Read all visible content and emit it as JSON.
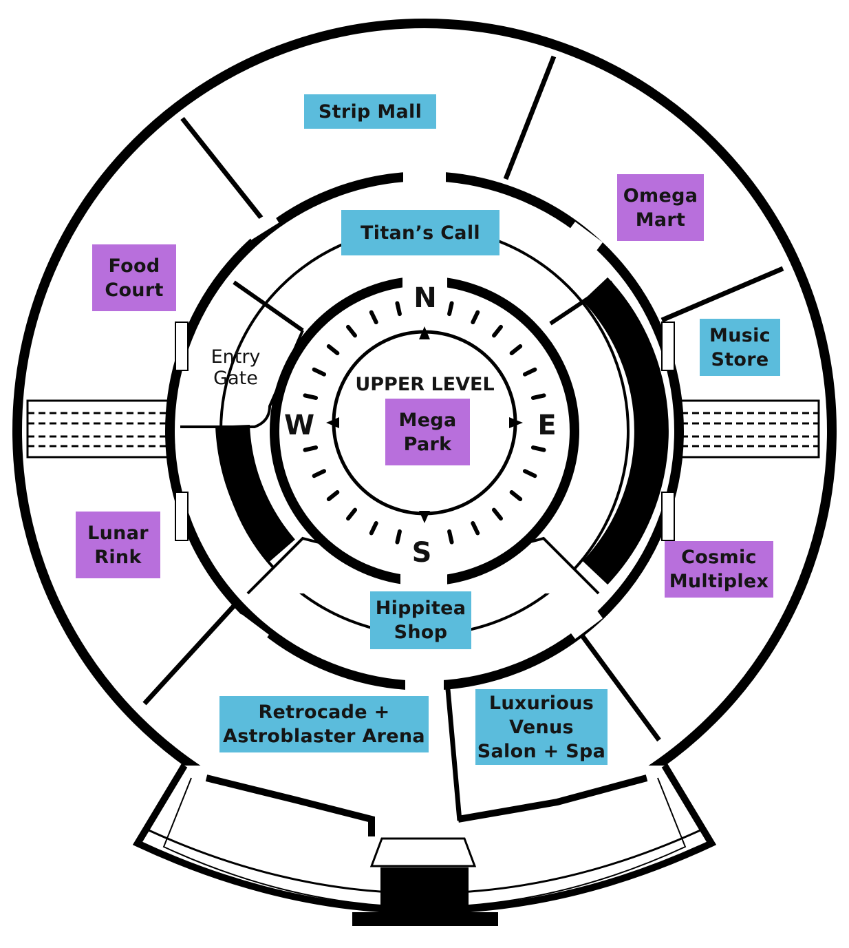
{
  "level_title": "UPPER LEVEL",
  "colors": {
    "store_blue": "#5bbcdc",
    "store_purple": "#b86fdc",
    "wall": "#000000",
    "floor": "#ffffff"
  },
  "compass": {
    "n": "N",
    "e": "E",
    "s": "S",
    "w": "W"
  },
  "entry": {
    "line1": "Entry",
    "line2": "Gate"
  },
  "stores": {
    "strip_mall": {
      "lines": [
        "Strip Mall"
      ],
      "category": "blue"
    },
    "titans_call": {
      "lines": [
        "Titan’s Call"
      ],
      "category": "blue"
    },
    "omega_mart": {
      "lines": [
        "Omega",
        "Mart"
      ],
      "category": "purple"
    },
    "food_court": {
      "lines": [
        "Food",
        "Court"
      ],
      "category": "purple"
    },
    "music_store": {
      "lines": [
        "Music",
        "Store"
      ],
      "category": "blue"
    },
    "mega_park": {
      "lines": [
        "Mega",
        "Park"
      ],
      "category": "purple"
    },
    "lunar_rink": {
      "lines": [
        "Lunar",
        "Rink"
      ],
      "category": "purple"
    },
    "cosmic_multiplex": {
      "lines": [
        "Cosmic",
        "Multiplex"
      ],
      "category": "purple"
    },
    "hippitea_shop": {
      "lines": [
        "Hippitea",
        "Shop"
      ],
      "category": "blue"
    },
    "retrocade": {
      "lines": [
        "Retrocade +",
        "Astroblaster Arena"
      ],
      "category": "blue"
    },
    "venus_salon": {
      "lines": [
        "Luxurious",
        "Venus",
        "Salon + Spa"
      ],
      "category": "blue"
    }
  }
}
